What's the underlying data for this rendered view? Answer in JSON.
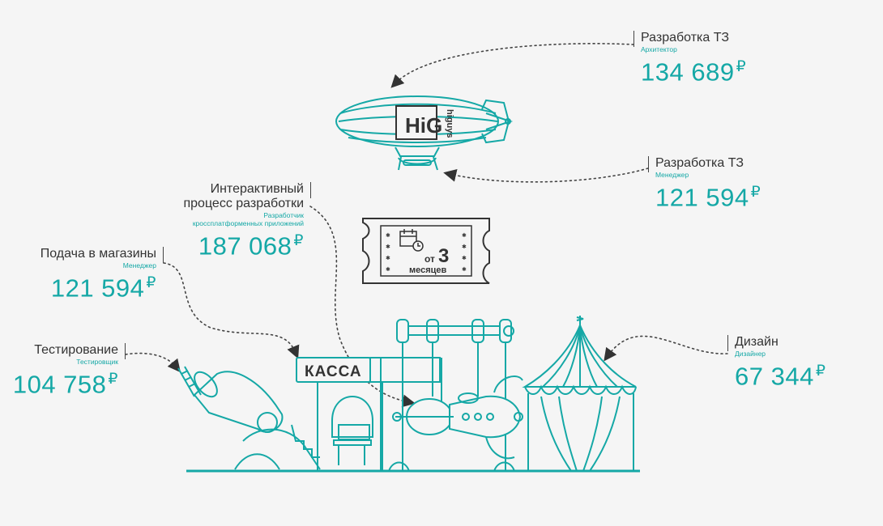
{
  "items": [
    {
      "title": "Разработка ТЗ",
      "role": "Архитектор",
      "price": "134 689",
      "currency": "₽"
    },
    {
      "title": "Разработка ТЗ",
      "role": "Менеджер",
      "price": "121 594",
      "currency": "₽"
    },
    {
      "title_line1": "Интерактивный",
      "title_line2": "процесс разработки",
      "role_line1": "Разработчик",
      "role_line2": "кроссплатформенных приложений",
      "price": "187 068",
      "currency": "₽"
    },
    {
      "title": "Подача в магазины",
      "role": "Менеджер",
      "price": "121 594",
      "currency": "₽"
    },
    {
      "title": "Тестирование",
      "role": "Тестировщик",
      "price": "104 758",
      "currency": "₽"
    },
    {
      "title": "Дизайн",
      "role": "Дизайнер",
      "price": "67 344",
      "currency": "₽"
    }
  ],
  "ticket": {
    "prefix": "от",
    "number": "3",
    "unit": "месяцев"
  },
  "booth_sign": "КАССА",
  "logo": {
    "mark": "HiG",
    "name": "higuys"
  },
  "colors": {
    "accent": "#15a8a6",
    "ink": "#333333",
    "background": "#f5f5f5"
  }
}
